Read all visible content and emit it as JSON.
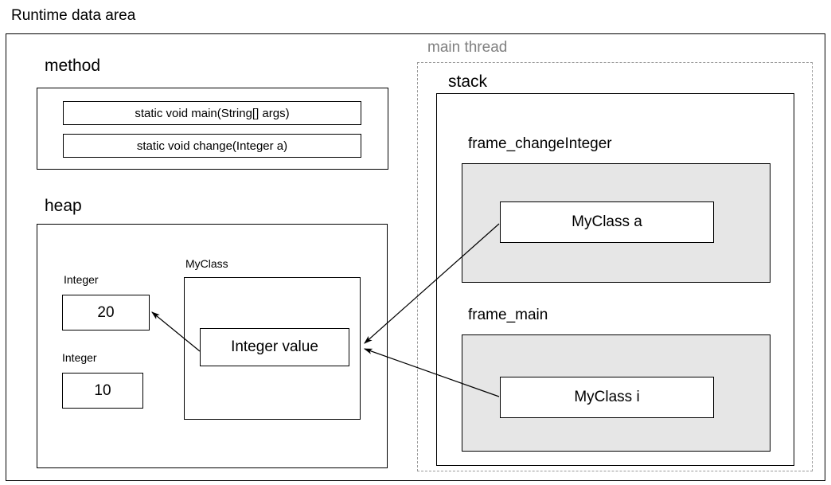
{
  "diagram": {
    "title": "Runtime data area"
  },
  "method_area": {
    "label": "method",
    "signatures": [
      "static void main(String[] args)",
      "static void change(Integer a)"
    ]
  },
  "heap_area": {
    "label": "heap",
    "integers": [
      {
        "type_label": "Integer",
        "value": "20"
      },
      {
        "type_label": "Integer",
        "value": "10"
      }
    ],
    "object": {
      "type_label": "MyClass",
      "field_label": "Integer value"
    }
  },
  "thread": {
    "label": "main thread",
    "stack": {
      "label": "stack",
      "frames": [
        {
          "label": "frame_changeInteger",
          "variable": "MyClass a"
        },
        {
          "label": "frame_main",
          "variable": "MyClass i"
        }
      ]
    }
  },
  "colors": {
    "frame_fill": "#e6e6e6",
    "stroke": "#000000",
    "thread_label": "#808080",
    "dashed_stroke": "#9a9a9a"
  }
}
